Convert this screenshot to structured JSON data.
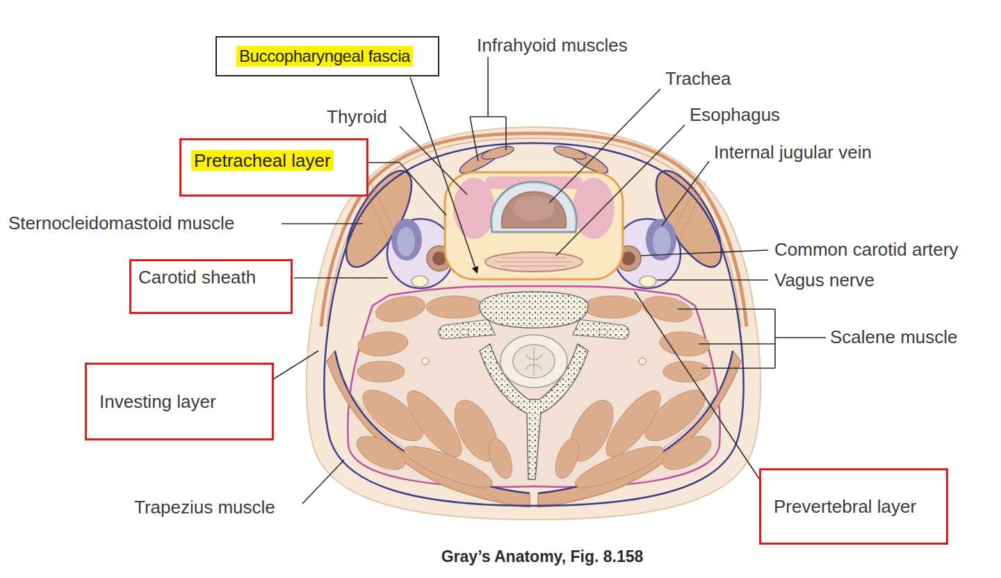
{
  "diagram": {
    "caption": "Gray’s Anatomy, Fig. 8.158",
    "nodes": [
      {
        "text": [
          "Buccopharyngeal fascia"
        ]
      },
      {
        "text": [
          "Pretracheal layer"
        ]
      },
      {
        "text": [
          "Carotid sheath"
        ]
      },
      {
        "text": [
          "Investing layer"
        ]
      },
      {
        "text": [
          "Prevertebral layer"
        ]
      }
    ],
    "labels": [
      "Infrahyoid muscles",
      "Trachea",
      "Thyroid",
      "Esophagus",
      "Internal jugular vein",
      "Sternocleidomastoid muscle",
      "Common carotid artery",
      "Vagus nerve",
      "Scalene muscle",
      "Trapezius muscle"
    ]
  }
}
